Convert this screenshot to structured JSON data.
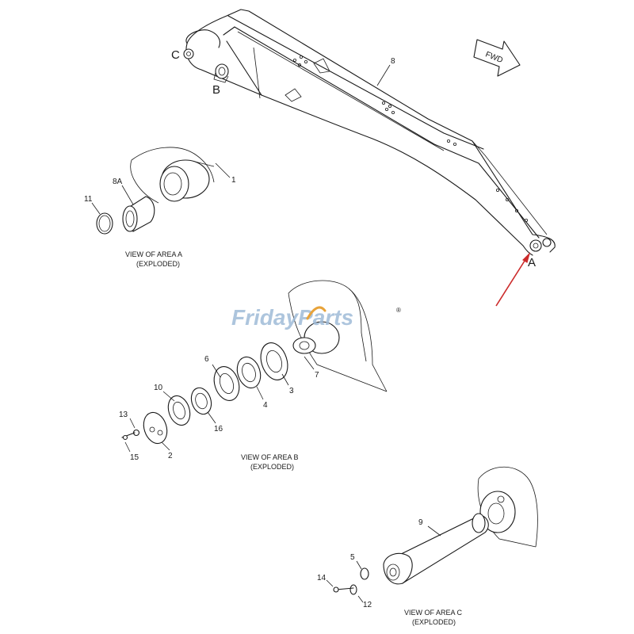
{
  "labels": {
    "area_a": "A",
    "area_b": "B",
    "area_c": "C",
    "fwd": "FWD",
    "p8": "8",
    "p1": "1",
    "p8a": "8A",
    "p11": "11",
    "p6": "6",
    "p10": "10",
    "p7": "7",
    "p3": "3",
    "p4": "4",
    "p16": "16",
    "p13": "13",
    "p2": "2",
    "p15": "15",
    "p9": "9",
    "p5": "5",
    "p14": "14",
    "p12": "12"
  },
  "captions": {
    "a_line1": "VIEW OF AREA A",
    "a_line2": "(EXPLODED)",
    "b_line1": "VIEW OF AREA B",
    "b_line2": "(EXPLODED)",
    "c_line1": "VIEW OF AREA C",
    "c_line2": "(EXPLODED)"
  },
  "watermark": {
    "text": "FridayParts",
    "registered": "®"
  },
  "colors": {
    "arrow": "#cc2b2b",
    "watermark": "#9fbbd8",
    "watermark_accent": "#e8a33a"
  }
}
